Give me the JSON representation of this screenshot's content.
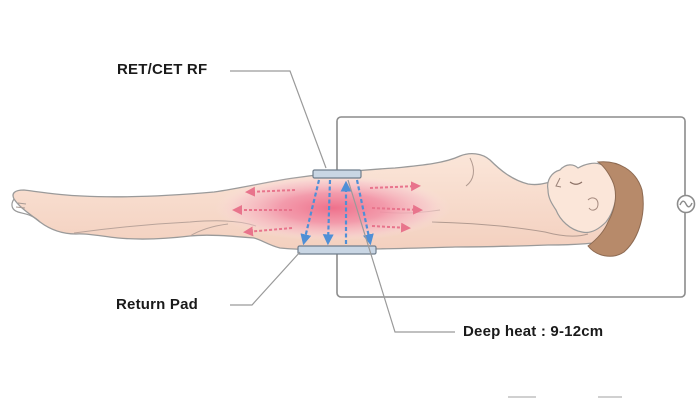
{
  "labels": {
    "probe": "RET/CET RF",
    "return_pad": "Return Pad",
    "depth": "Deep heat : 9-12cm"
  },
  "icons": {
    "device": "ac-sine-wave-icon"
  },
  "colors": {
    "outline": "#9a9a9a",
    "skin": "#f7dccd",
    "heat_core": "#ef7c95",
    "hair": "#b78a6a",
    "electrode": "#c9d6e4",
    "current_arrow": "#4f8fd6",
    "heat_arrow": "#e8748c",
    "text": "#1a1a1a"
  }
}
